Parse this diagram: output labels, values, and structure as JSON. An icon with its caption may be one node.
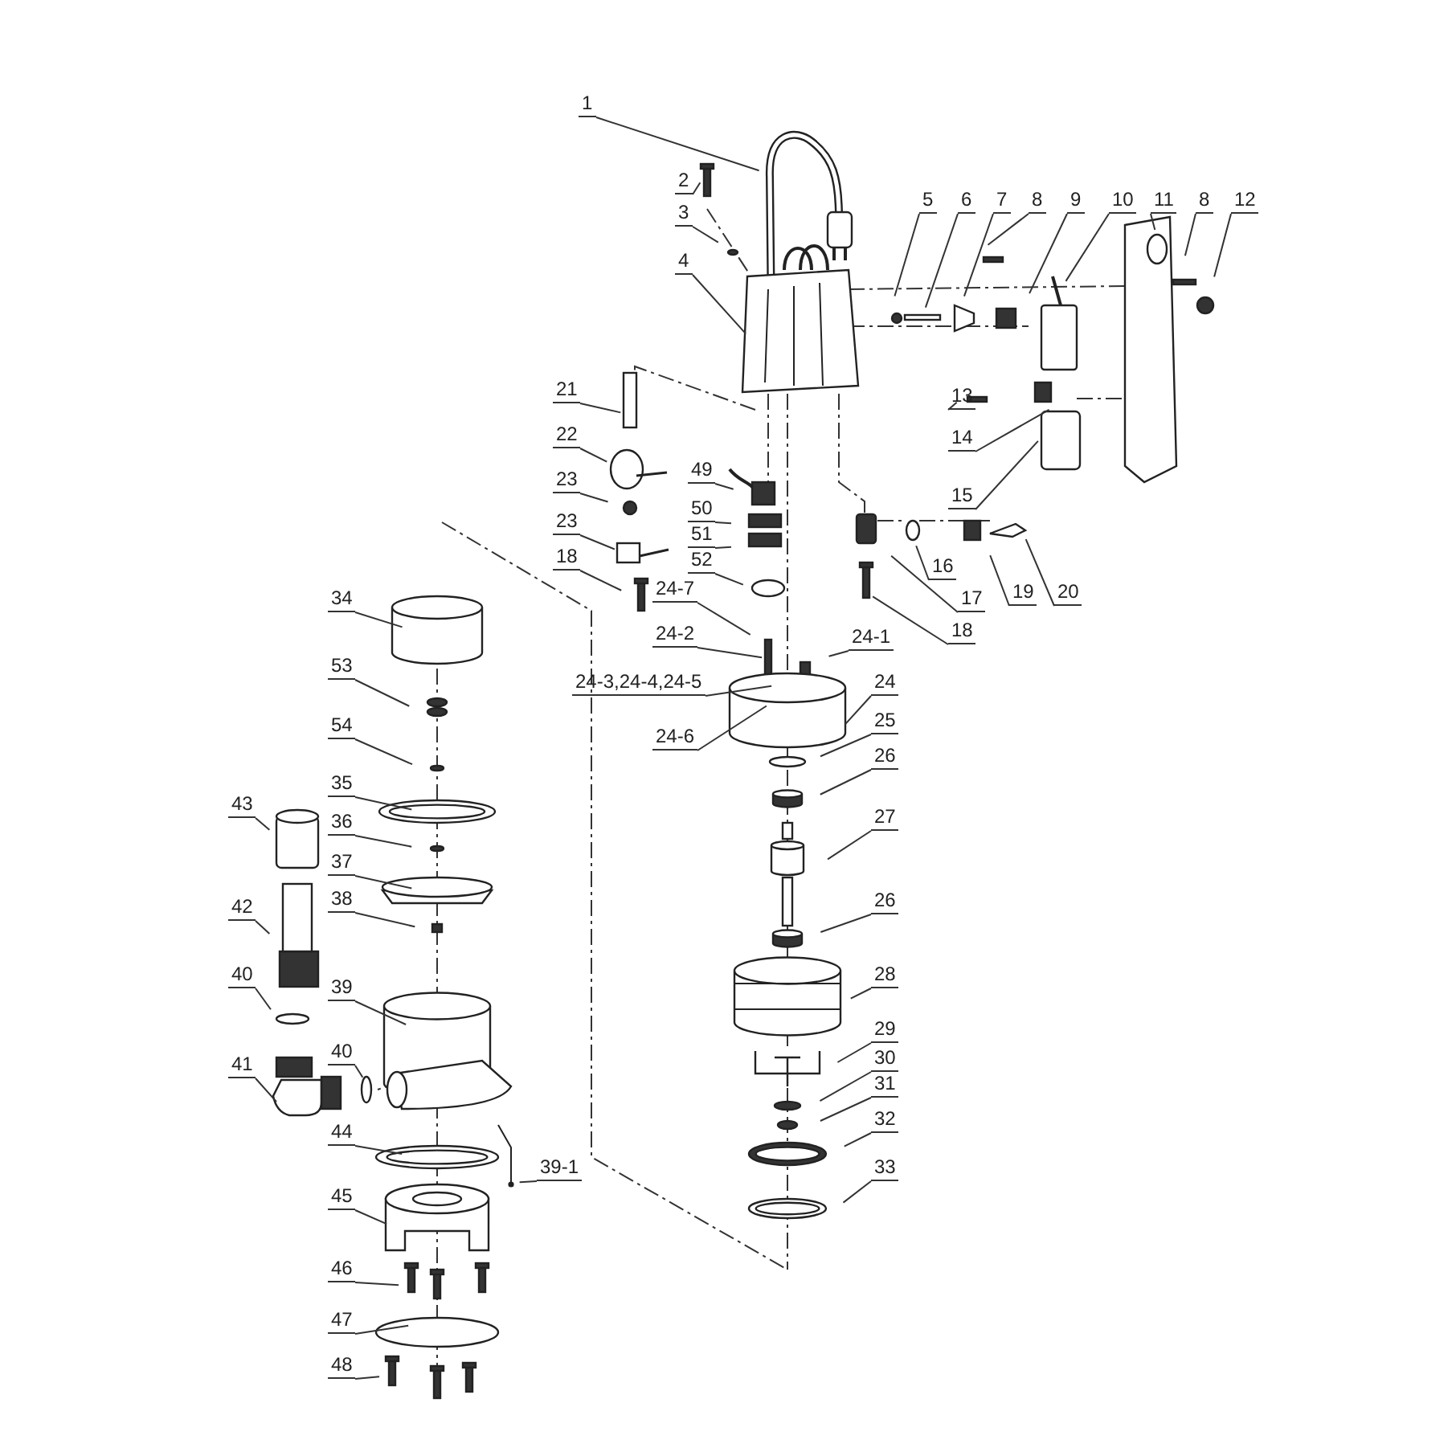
{
  "diagram": {
    "nodes": [
      {
        "text": [
          "1"
        ]
      },
      {
        "text": [
          "2"
        ]
      },
      {
        "text": [
          "3"
        ]
      },
      {
        "text": [
          "4"
        ]
      },
      {
        "text": [
          "5"
        ]
      },
      {
        "text": [
          "6"
        ]
      },
      {
        "text": [
          "7"
        ]
      },
      {
        "text": [
          "8"
        ]
      },
      {
        "text": [
          "9"
        ]
      },
      {
        "text": [
          "10"
        ]
      },
      {
        "text": [
          "11"
        ]
      },
      {
        "text": [
          "8"
        ]
      },
      {
        "text": [
          "12"
        ]
      },
      {
        "text": [
          "13"
        ]
      },
      {
        "text": [
          "14"
        ]
      },
      {
        "text": [
          "15"
        ]
      },
      {
        "text": [
          "16"
        ]
      },
      {
        "text": [
          "17"
        ]
      },
      {
        "text": [
          "18"
        ]
      },
      {
        "text": [
          "19"
        ]
      },
      {
        "text": [
          "20"
        ]
      },
      {
        "text": [
          "21"
        ]
      },
      {
        "text": [
          "22"
        ]
      },
      {
        "text": [
          "23"
        ]
      },
      {
        "text": [
          "23"
        ]
      },
      {
        "text": [
          "18"
        ]
      },
      {
        "text": [
          "49"
        ]
      },
      {
        "text": [
          "50"
        ]
      },
      {
        "text": [
          "51"
        ]
      },
      {
        "text": [
          "52"
        ]
      },
      {
        "text": [
          "24-7"
        ]
      },
      {
        "text": [
          "24-2"
        ]
      },
      {
        "text": [
          "24-3,24-4,24-5"
        ]
      },
      {
        "text": [
          "24-6"
        ]
      },
      {
        "text": [
          "24-1"
        ]
      },
      {
        "text": [
          "24"
        ]
      },
      {
        "text": [
          "25"
        ]
      },
      {
        "text": [
          "26"
        ]
      },
      {
        "text": [
          "27"
        ]
      },
      {
        "text": [
          "26"
        ]
      },
      {
        "text": [
          "28"
        ]
      },
      {
        "text": [
          "29"
        ]
      },
      {
        "text": [
          "30"
        ]
      },
      {
        "text": [
          "31"
        ]
      },
      {
        "text": [
          "32"
        ]
      },
      {
        "text": [
          "33"
        ]
      },
      {
        "text": [
          "34"
        ]
      },
      {
        "text": [
          "53"
        ]
      },
      {
        "text": [
          "54"
        ]
      },
      {
        "text": [
          "35"
        ]
      },
      {
        "text": [
          "36"
        ]
      },
      {
        "text": [
          "37"
        ]
      },
      {
        "text": [
          "38"
        ]
      },
      {
        "text": [
          "43"
        ]
      },
      {
        "text": [
          "42"
        ]
      },
      {
        "text": [
          "40"
        ]
      },
      {
        "text": [
          "41"
        ]
      },
      {
        "text": [
          "39"
        ]
      },
      {
        "text": [
          "40"
        ]
      },
      {
        "text": [
          "44"
        ]
      },
      {
        "text": [
          "39-1"
        ]
      },
      {
        "text": [
          "45"
        ]
      },
      {
        "text": [
          "46"
        ]
      },
      {
        "text": [
          "47"
        ]
      },
      {
        "text": [
          "48"
        ]
      }
    ],
    "edges": [
      {
        "from": 0,
        "to": null,
        "arrow": "none"
      },
      {
        "from": 1,
        "to": null,
        "arrow": "none"
      },
      {
        "from": 2,
        "to": null,
        "arrow": "none"
      },
      {
        "from": 3,
        "to": null,
        "arrow": "none"
      },
      {
        "from": 4,
        "to": null,
        "arrow": "none"
      },
      {
        "from": 5,
        "to": null,
        "arrow": "none"
      },
      {
        "from": 6,
        "to": null,
        "arrow": "none"
      },
      {
        "from": 7,
        "to": null,
        "arrow": "none"
      },
      {
        "from": 8,
        "to": null,
        "arrow": "none"
      },
      {
        "from": 9,
        "to": null,
        "arrow": "none"
      },
      {
        "from": 10,
        "to": null,
        "arrow": "none"
      },
      {
        "from": 11,
        "to": null,
        "arrow": "none"
      },
      {
        "from": 12,
        "to": null,
        "arrow": "none"
      },
      {
        "from": 13,
        "to": null,
        "arrow": "none"
      },
      {
        "from": 14,
        "to": null,
        "arrow": "none"
      },
      {
        "from": 15,
        "to": null,
        "arrow": "none"
      },
      {
        "from": 16,
        "to": null,
        "arrow": "none"
      },
      {
        "from": 17,
        "to": null,
        "arrow": "none"
      },
      {
        "from": 18,
        "to": null,
        "arrow": "none"
      },
      {
        "from": 19,
        "to": null,
        "arrow": "none"
      },
      {
        "from": 20,
        "to": null,
        "arrow": "none"
      },
      {
        "from": 21,
        "to": null,
        "arrow": "none"
      },
      {
        "from": 22,
        "to": null,
        "arrow": "none"
      },
      {
        "from": 23,
        "to": null,
        "arrow": "none"
      },
      {
        "from": 24,
        "to": null,
        "arrow": "none"
      },
      {
        "from": 25,
        "to": null,
        "arrow": "none"
      },
      {
        "from": 26,
        "to": null,
        "arrow": "none"
      },
      {
        "from": 27,
        "to": null,
        "arrow": "none"
      },
      {
        "from": 28,
        "to": null,
        "arrow": "none"
      },
      {
        "from": 29,
        "to": null,
        "arrow": "none"
      },
      {
        "from": 30,
        "to": null,
        "arrow": "none"
      },
      {
        "from": 31,
        "to": null,
        "arrow": "none"
      },
      {
        "from": 32,
        "to": null,
        "arrow": "none"
      },
      {
        "from": 33,
        "to": null,
        "arrow": "none"
      },
      {
        "from": 34,
        "to": null,
        "arrow": "none"
      },
      {
        "from": 35,
        "to": null,
        "arrow": "none"
      },
      {
        "from": 36,
        "to": null,
        "arrow": "none"
      },
      {
        "from": 37,
        "to": null,
        "arrow": "none"
      },
      {
        "from": 38,
        "to": null,
        "arrow": "none"
      },
      {
        "from": 39,
        "to": null,
        "arrow": "none"
      },
      {
        "from": 40,
        "to": null,
        "arrow": "none"
      },
      {
        "from": 41,
        "to": null,
        "arrow": "none"
      },
      {
        "from": 42,
        "to": null,
        "arrow": "none"
      },
      {
        "from": 43,
        "to": null,
        "arrow": "none"
      },
      {
        "from": 44,
        "to": null,
        "arrow": "none"
      },
      {
        "from": 45,
        "to": null,
        "arrow": "none"
      },
      {
        "from": 46,
        "to": null,
        "arrow": "none"
      },
      {
        "from": 47,
        "to": null,
        "arrow": "none"
      },
      {
        "from": 48,
        "to": null,
        "arrow": "none"
      },
      {
        "from": 49,
        "to": null,
        "arrow": "none"
      },
      {
        "from": 50,
        "to": null,
        "arrow": "none"
      },
      {
        "from": 51,
        "to": null,
        "arrow": "none"
      },
      {
        "from": 52,
        "to": null,
        "arrow": "none"
      },
      {
        "from": 53,
        "to": null,
        "arrow": "none"
      },
      {
        "from": 54,
        "to": null,
        "arrow": "none"
      },
      {
        "from": 55,
        "to": null,
        "arrow": "none"
      },
      {
        "from": 56,
        "to": null,
        "arrow": "none"
      },
      {
        "from": 57,
        "to": null,
        "arrow": "none"
      },
      {
        "from": 58,
        "to": null,
        "arrow": "none"
      },
      {
        "from": 59,
        "to": null,
        "arrow": "none"
      },
      {
        "from": 60,
        "to": null,
        "arrow": "none"
      },
      {
        "from": 61,
        "to": null,
        "arrow": "none"
      },
      {
        "from": 62,
        "to": null,
        "arrow": "none"
      },
      {
        "from": 63,
        "to": null,
        "arrow": "none"
      },
      {
        "from": 64,
        "to": null,
        "arrow": "none"
      }
    ]
  }
}
